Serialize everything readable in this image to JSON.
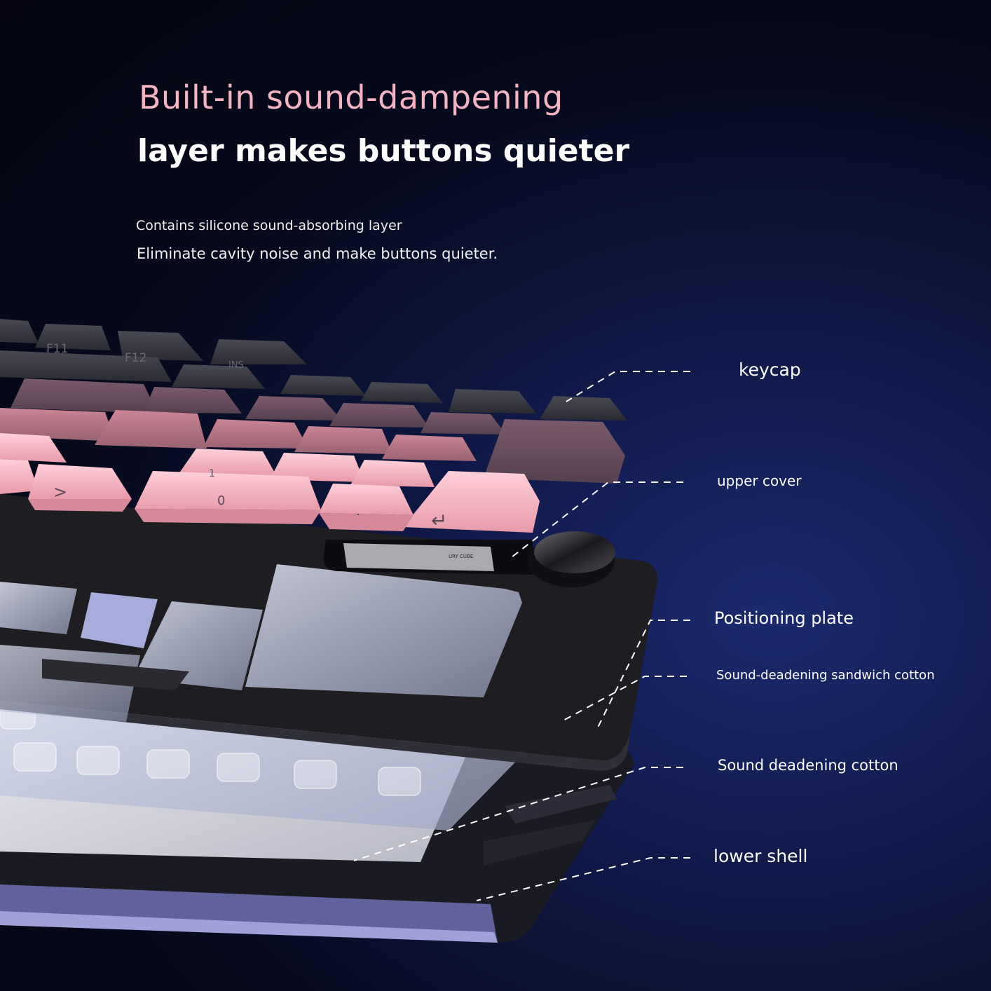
{
  "header": {
    "title_line1": "Built-in sound-dampening",
    "title_line2": "layer makes buttons quieter",
    "subtitle_line1": "Contains silicone sound-absorbing layer",
    "subtitle_line2": "Eliminate cavity noise and make buttons quieter."
  },
  "layers": [
    {
      "id": "keycap",
      "label": "keycap"
    },
    {
      "id": "upper-cover",
      "label": "upper cover"
    },
    {
      "id": "positioning-plate",
      "label": "Positioning plate"
    },
    {
      "id": "sandwich-cotton",
      "label": "Sound-deadening sandwich cotton"
    },
    {
      "id": "deadening-cotton",
      "label": "Sound deadening cotton"
    },
    {
      "id": "lower-shell",
      "label": "lower shell"
    }
  ],
  "keys": {
    "f11": "F11",
    "f12": "F12",
    "ins": "INS",
    "gt": ">",
    "zero": "0",
    "one": "1",
    "dot": ".",
    "enter": "↵"
  },
  "device_text": "URY CUBE",
  "colors": {
    "title_pink": "#f4b4c4",
    "text_white": "#ffffff",
    "keycap_dark": "#3a3a44",
    "keycap_mauve": "#6b4f60",
    "keycap_pink": "#f1a9b8",
    "plate_black": "#1c1c20",
    "background": "#070a1e"
  }
}
